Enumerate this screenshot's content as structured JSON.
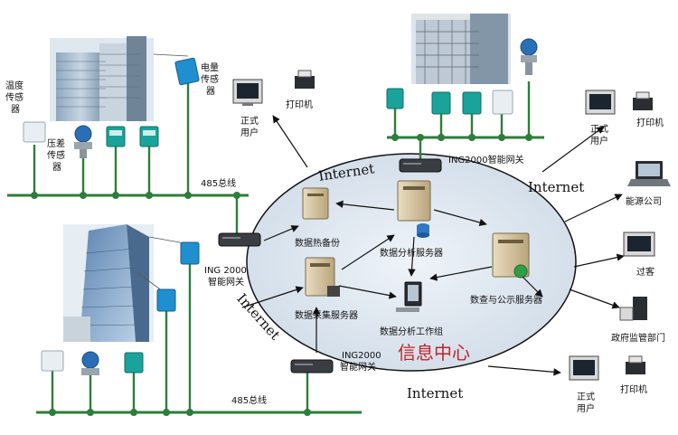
{
  "labels": {
    "temp_sensor": [
      "温度",
      "传感",
      "器"
    ],
    "diff_pressure_sensor": [
      "压差",
      "传感",
      "器"
    ],
    "energy_sensor": [
      "电量",
      "传感",
      "器"
    ],
    "user_top_left": [
      "正式",
      "用户"
    ],
    "printer_top_left": "打印机",
    "bus_485_top": "485总线",
    "bus_485_bottom": "485总线",
    "gateway_top": "ING2000智能网关",
    "gateway_left": [
      "ING 2000",
      "智能网关"
    ],
    "gateway_bottom": [
      "ING2000",
      "智能网关"
    ],
    "internet_top": "Internet",
    "internet_right": "Internet",
    "internet_left": "Internet",
    "internet_bottom": "Internet",
    "backup_server": "数据热备份",
    "analysis_server": "数据分析服务器",
    "collect_server": "数据采集服务器",
    "workstation": "数据分析工作组",
    "query_server": "数查与公示服务器",
    "center_title": "信息中心",
    "user_top_right": [
      "正式",
      "用户"
    ],
    "printer_top_right": "打印机",
    "energy_company": "能源公司",
    "visitor": "过客",
    "gov_dept": "政府监管部门",
    "user_bottom_right": [
      "正式",
      "用户"
    ],
    "printer_bottom_right": "打印机"
  },
  "colors": {
    "bus_line": "#2e7d3a",
    "node_dot": "#2e7d3a",
    "center_fill": "#dde6ef",
    "meter_blue": "#1f8fd0",
    "meter_teal": "#1aa39a",
    "title_red": "#c0242a"
  }
}
